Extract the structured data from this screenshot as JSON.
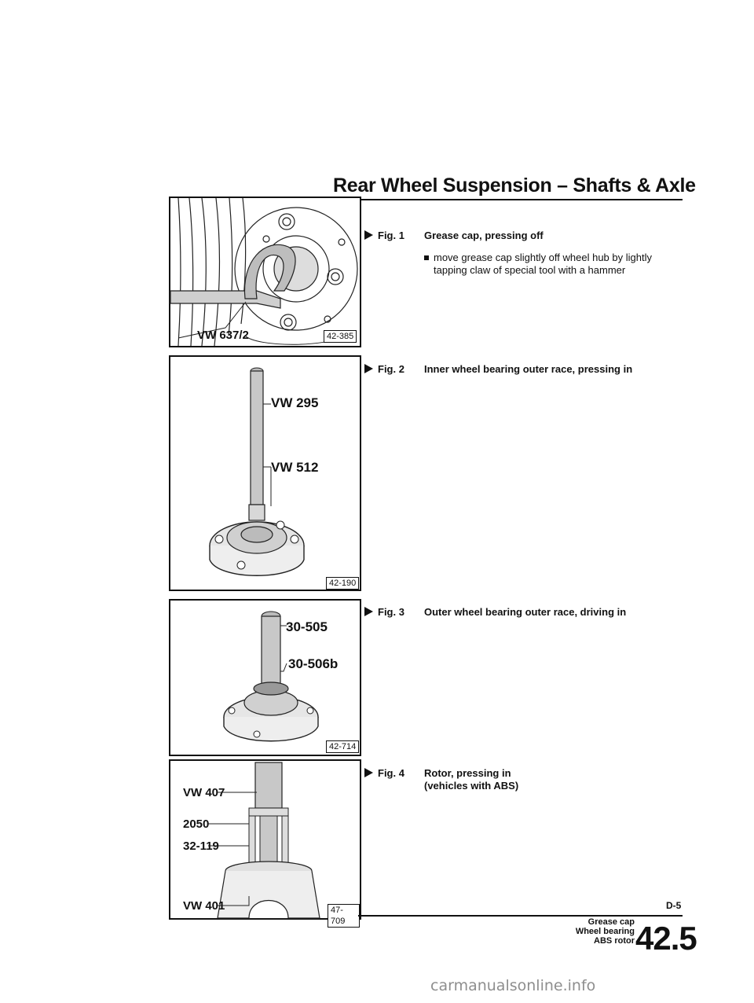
{
  "header": {
    "title": "Rear Wheel Suspension – Shafts & Axle"
  },
  "figures": [
    {
      "id": "fig1",
      "ref": "42-385",
      "tool_labels": [
        "VW 637/2"
      ]
    },
    {
      "id": "fig2",
      "ref": "42-190",
      "tool_labels": [
        "VW 295",
        "VW 512"
      ]
    },
    {
      "id": "fig3",
      "ref": "42-714",
      "tool_labels": [
        "30-505",
        "30-506b"
      ]
    },
    {
      "id": "fig4",
      "ref": "47-709",
      "tool_labels": [
        "VW 407",
        "2050",
        "32-119",
        "VW 401"
      ]
    }
  ],
  "captions": [
    {
      "fig_label": "Fig. 1",
      "text": "Grease cap, pressing off",
      "bullet": "move grease cap slightly off wheel hub by lightly tapping claw of special tool with a hammer"
    },
    {
      "fig_label": "Fig. 2",
      "text": "Inner wheel bearing outer race, pressing in"
    },
    {
      "fig_label": "Fig. 3",
      "text": "Outer wheel bearing outer race, driving in"
    },
    {
      "fig_label": "Fig. 4",
      "text": "Rotor, pressing in (vehicles with ABS)"
    }
  ],
  "footer": {
    "page_code": "D-5",
    "topics": [
      "Grease cap",
      "Wheel bearing",
      "ABS rotor"
    ],
    "section": "42.5"
  },
  "watermark": "carmanualsonline.info"
}
